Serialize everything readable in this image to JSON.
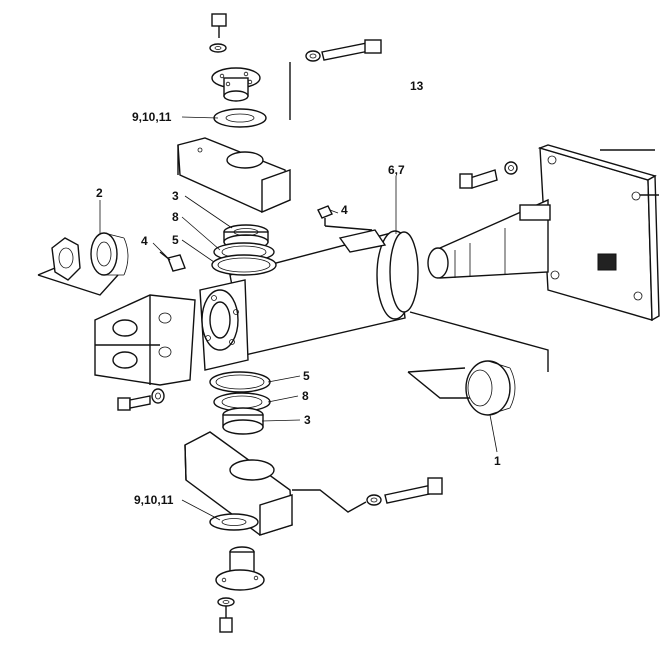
{
  "diagram": {
    "labels": {
      "l13": "13",
      "l1": "1",
      "l2": "2",
      "l3a": "3",
      "l3b": "3",
      "l4a": "4",
      "l4b": "4",
      "l5a": "5",
      "l5b": "5",
      "l67": "6,7",
      "l8a": "8",
      "l8b": "8",
      "l91011a": "9,10,11",
      "l91011b": "9,10,11"
    }
  }
}
